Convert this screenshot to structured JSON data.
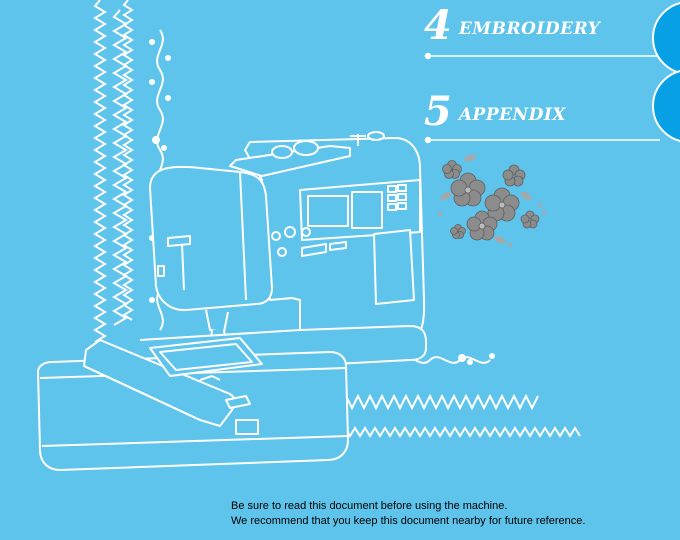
{
  "chapters": [
    {
      "number": "4",
      "title": "EMBROIDERY"
    },
    {
      "number": "5",
      "title": "APPENDIX"
    }
  ],
  "notice": {
    "line1": "Be sure to read this document before using the machine.",
    "line2": "We recommend that you keep this document nearby for future reference."
  },
  "colors": {
    "background": "#5ec4ec",
    "tab": "#08a0e4",
    "line_art": "#ffffff",
    "flowers": "#8c8c8c"
  },
  "icons": [
    "sewing-machine-illustration",
    "embroidery-flowers-icon",
    "stitch-pattern-decoration"
  ]
}
